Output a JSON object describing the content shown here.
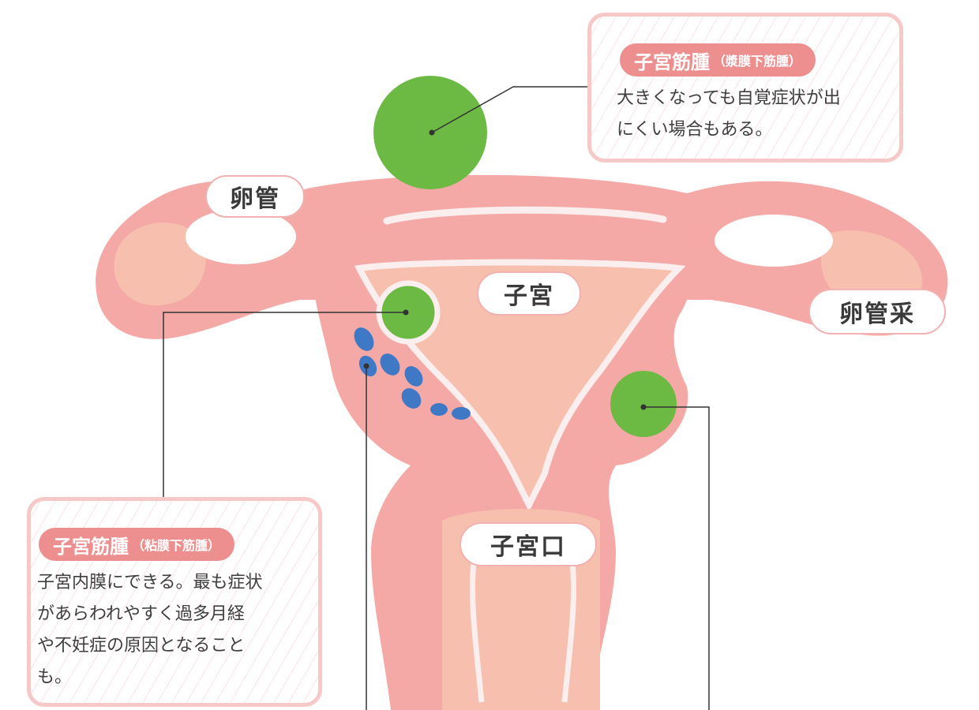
{
  "labels": {
    "ranmkan": "卵管",
    "shikyu": "子宮",
    "rankansai": "卵管采",
    "shikyuko": "子宮口"
  },
  "callout_serosa": {
    "title": "子宮筋腫",
    "subtitle": "（漿膜下筋腫）",
    "desc_lines": [
      "大きくなっても自覚症状が出",
      "にくい場合もある。"
    ]
  },
  "callout_submucosa": {
    "title": "子宮筋腫",
    "subtitle": "（粘膜下筋腫）",
    "desc_lines": [
      "子宮内膜にできる。最も症状",
      "があらわれやすく過多月経",
      "や不妊症の原因となること",
      "も。"
    ]
  },
  "colors": {
    "tissue_outer": "#f4a9a7",
    "tissue_inner": "#f7bfae",
    "lining": "#fbeeee",
    "fibroid": "#6cb944",
    "adenomyosis": "#3f78c5",
    "tag": "#ee8f8f",
    "callout_border": "#f7c8c8"
  }
}
